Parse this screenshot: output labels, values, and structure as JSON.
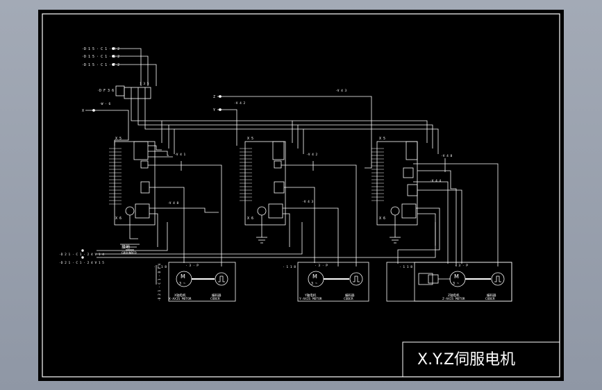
{
  "title_block": {
    "title": "X.Y.Z伺服电机"
  },
  "power": {
    "in_r": "·D 1 5 · C 1 · R 2",
    "in_s": "·D 1 5 · C 1 · S 2",
    "in_t": "·D 1 5 · C 1 · T 2",
    "breaker": "·D F 3 6",
    "breaker_pins": "1  3  5",
    "x_in": "X",
    "x_tag": "·W · 6",
    "z_in": "Z",
    "y_in": "Y"
  },
  "drivers": [
    {
      "x5": "X 5",
      "x6": "X 6",
      "sig1": "·V 4 1",
      "sig2": "·V 4 8"
    },
    {
      "x5": "X 5",
      "x6": "X 6",
      "sig1": "·V 4 2",
      "sig2": "·V 4 3"
    },
    {
      "x5": "X 5",
      "x6": "X 6",
      "sig1": "·V 4 8",
      "sig2": "·V 4 4"
    }
  ],
  "grounded": "GROUNDED",
  "ground_cn": "接地",
  "feedback": {
    "line1": "·D 2 1 · C 1 · 2 4 V 1 4",
    "line2": "·D 2 1 · C 1 · 2 4 V 1 5",
    "vertical": "·D 2 1 · C 1 · D 1 4"
  },
  "motors": [
    {
      "m": "M",
      "three": "3 ~",
      "label_cn": "X轴电机",
      "label": "X-AXIS MOTOR",
      "enc_cn": "编码器",
      "enc": "CODER",
      "pin": "· 1 1 8",
      "cable": "· 3 · P"
    },
    {
      "m": "M",
      "three": "3 ~",
      "label_cn": "Y轴电机",
      "label": "Y-AXIS MOTOR",
      "enc_cn": "编码器",
      "enc": "CODER",
      "pin": "· 1 1 8",
      "cable": "· 3 · P"
    },
    {
      "m": "M",
      "three": "3 ~",
      "label_cn": "Z轴电机",
      "label": "Z-AXIS MOTOR",
      "enc_cn": "编码器",
      "enc": "CODER",
      "pin": "· 1 1 8",
      "cable": "· 3 · P"
    }
  ]
}
